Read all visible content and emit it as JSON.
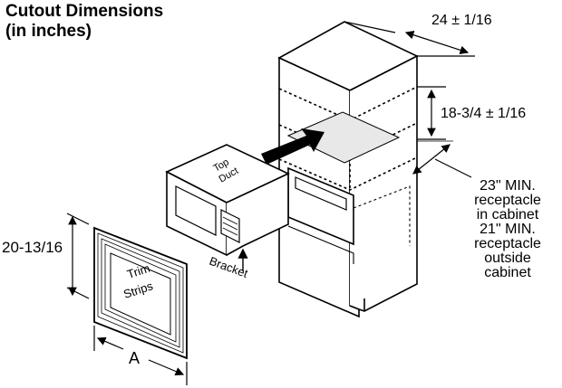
{
  "title": {
    "line1": "Cutout Dimensions",
    "line2": "(in inches)"
  },
  "dimensions": {
    "cabinet_width": "24 ± 1/16",
    "cabinet_height": "18-3/4 ± 1/16",
    "trim_height": "20-13/16",
    "trim_width": "A"
  },
  "depth_note": {
    "line1": "23\" MIN.",
    "line2": "receptacle",
    "line3": "in cabinet",
    "line4": "21\" MIN.",
    "line5": "receptacle",
    "line6": "outside",
    "line7": "cabinet"
  },
  "parts": {
    "top_duct_line1": "Top",
    "top_duct_line2": "Duct",
    "bracket": "Bracket",
    "trim_line1": "Trim",
    "trim_line2": "Strips"
  }
}
